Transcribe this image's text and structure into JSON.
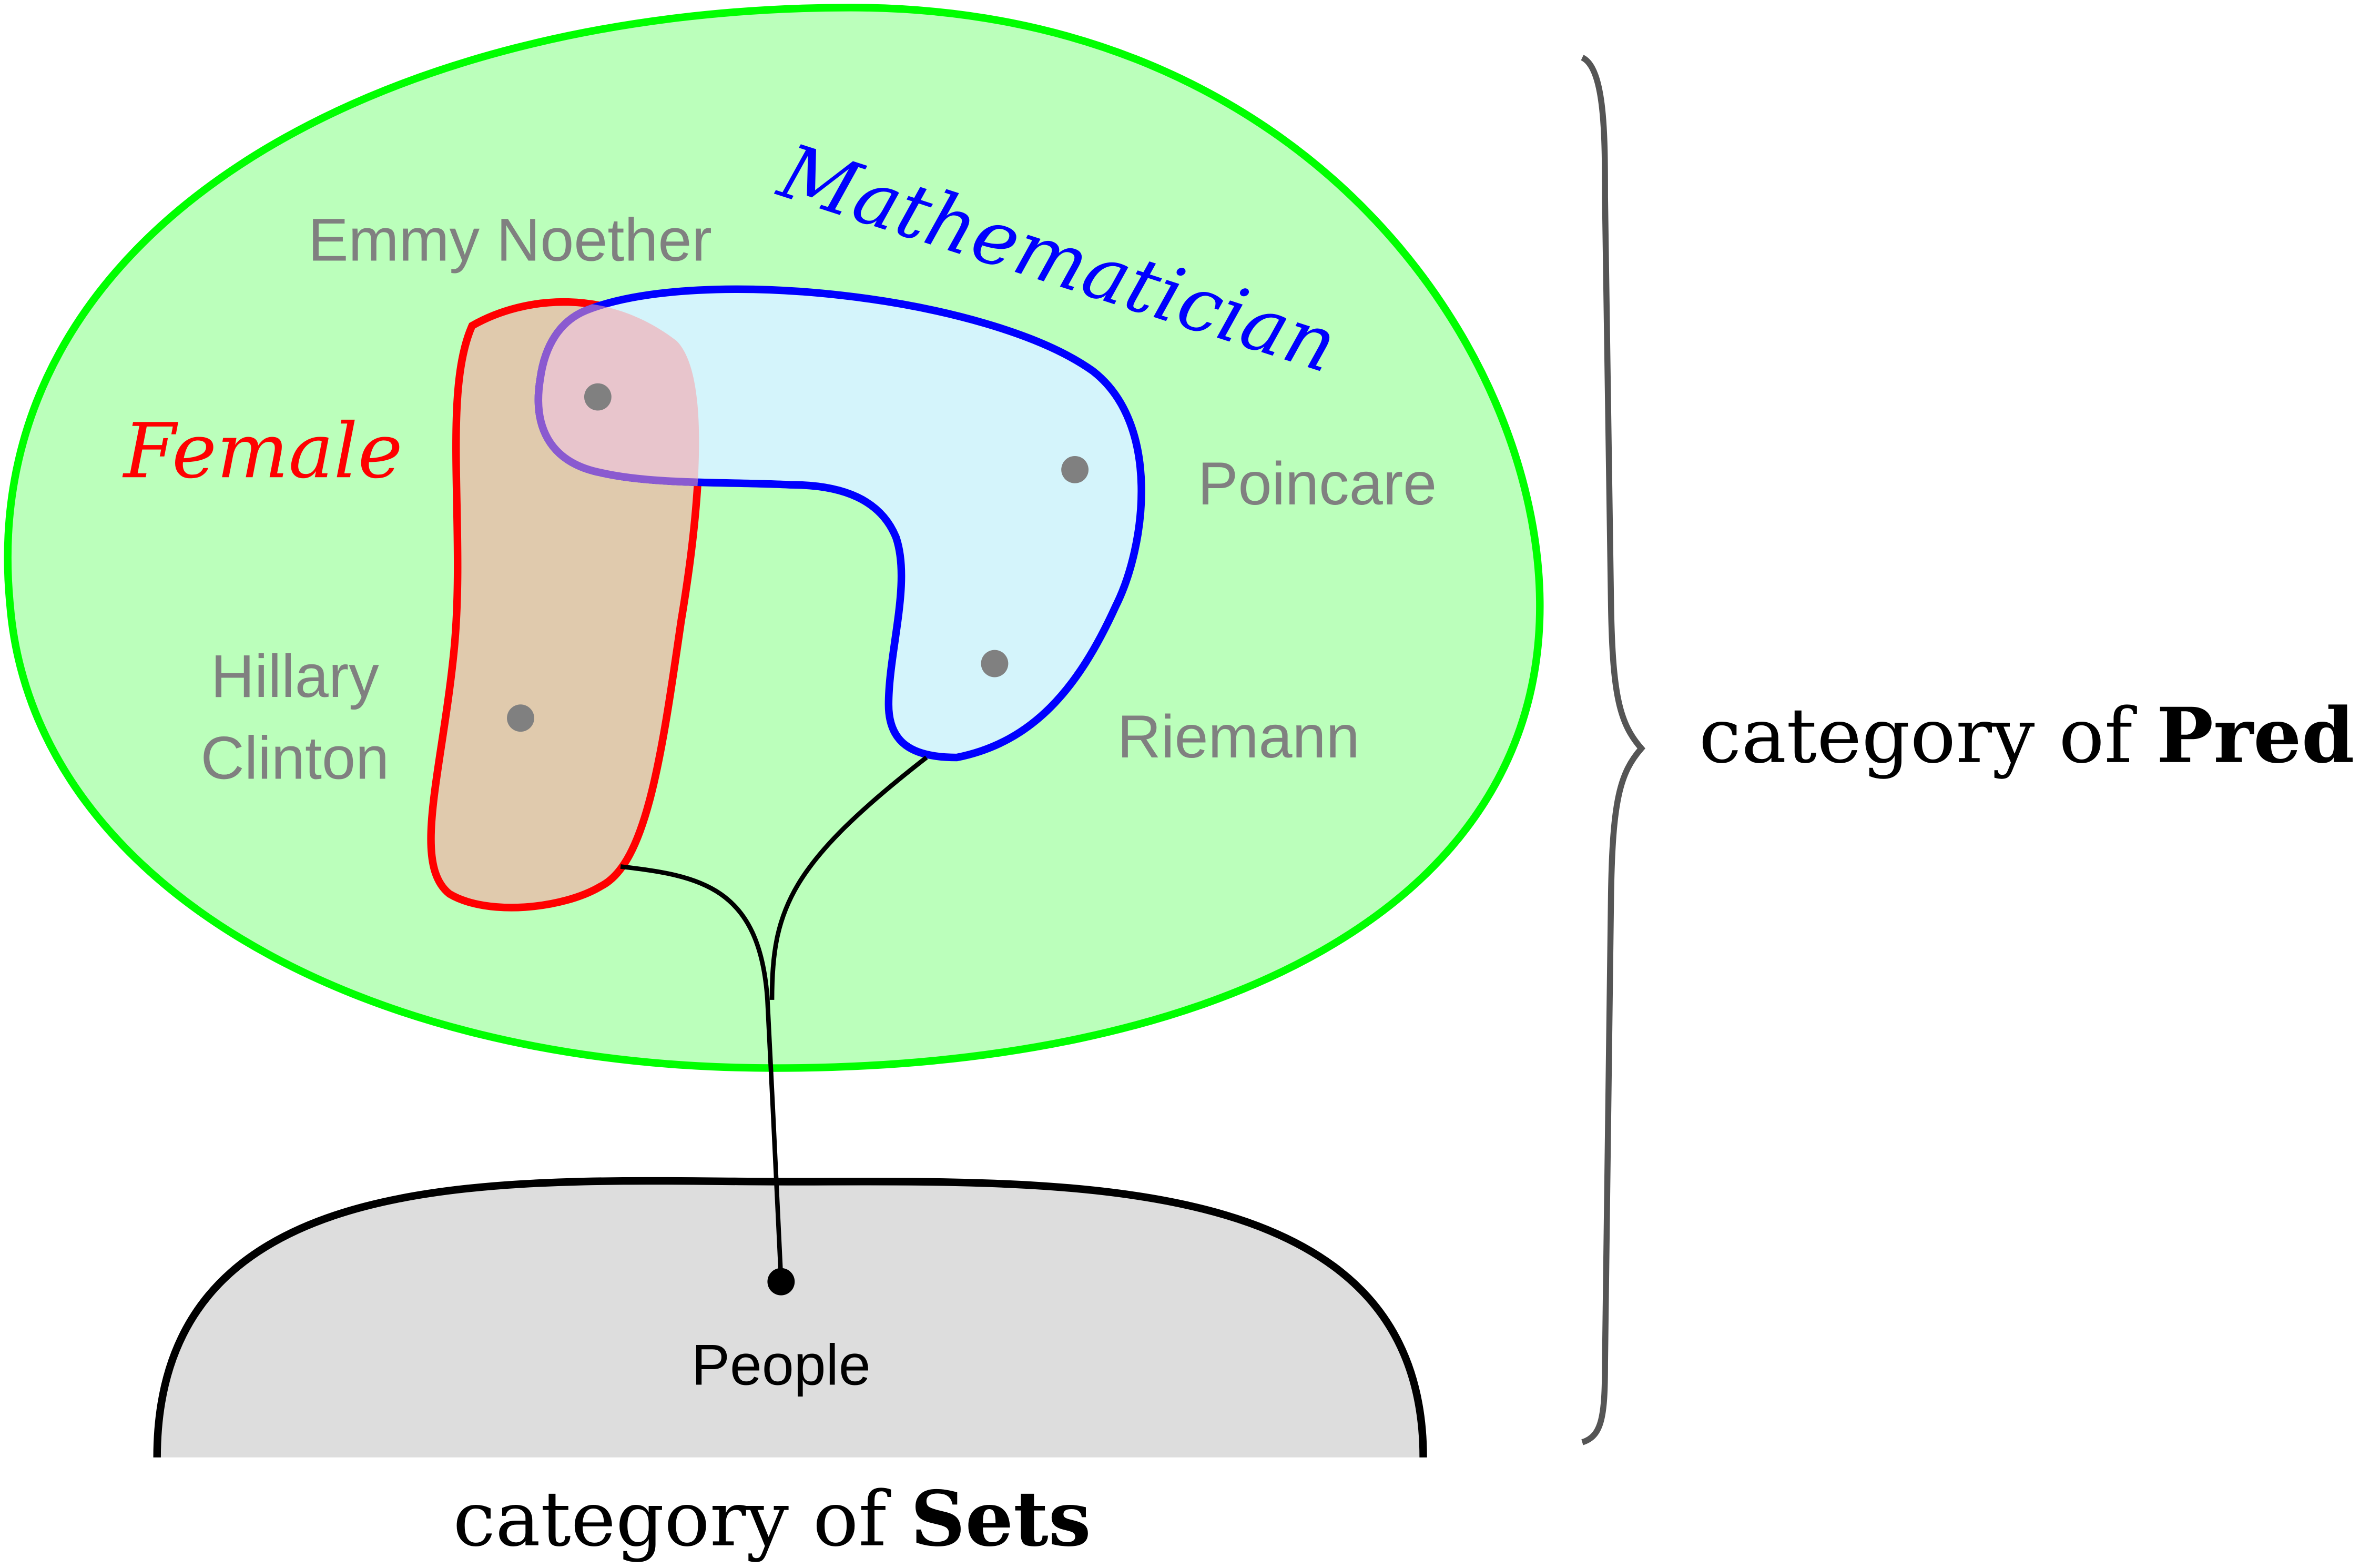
{
  "labels": {
    "female": "Female",
    "mathematician": "Mathematician",
    "emmy_noether": "Emmy Noether",
    "poincare": "Poincare",
    "hillary_line1": "Hillary",
    "hillary_line2": "Clinton",
    "riemann": "Riemann",
    "people": "People",
    "sets_caption_prefix": "category of ",
    "sets_caption_bold": "Sets",
    "pred_caption_prefix": "category of ",
    "pred_caption_bold": "Pred"
  },
  "colors": {
    "pred_fill": "#bbffbb",
    "pred_stroke": "#00ff00",
    "female_fill": "#e0caad",
    "female_stroke": "#ff0000",
    "math_fill": "#d4f4fb",
    "math_stroke": "#0000ff",
    "overlap_fill": "#e8c5cc",
    "overlap_stroke": "#8a5ad0",
    "sets_fill": "#dddddd",
    "point": "#808080",
    "label_gray": "#808080"
  }
}
